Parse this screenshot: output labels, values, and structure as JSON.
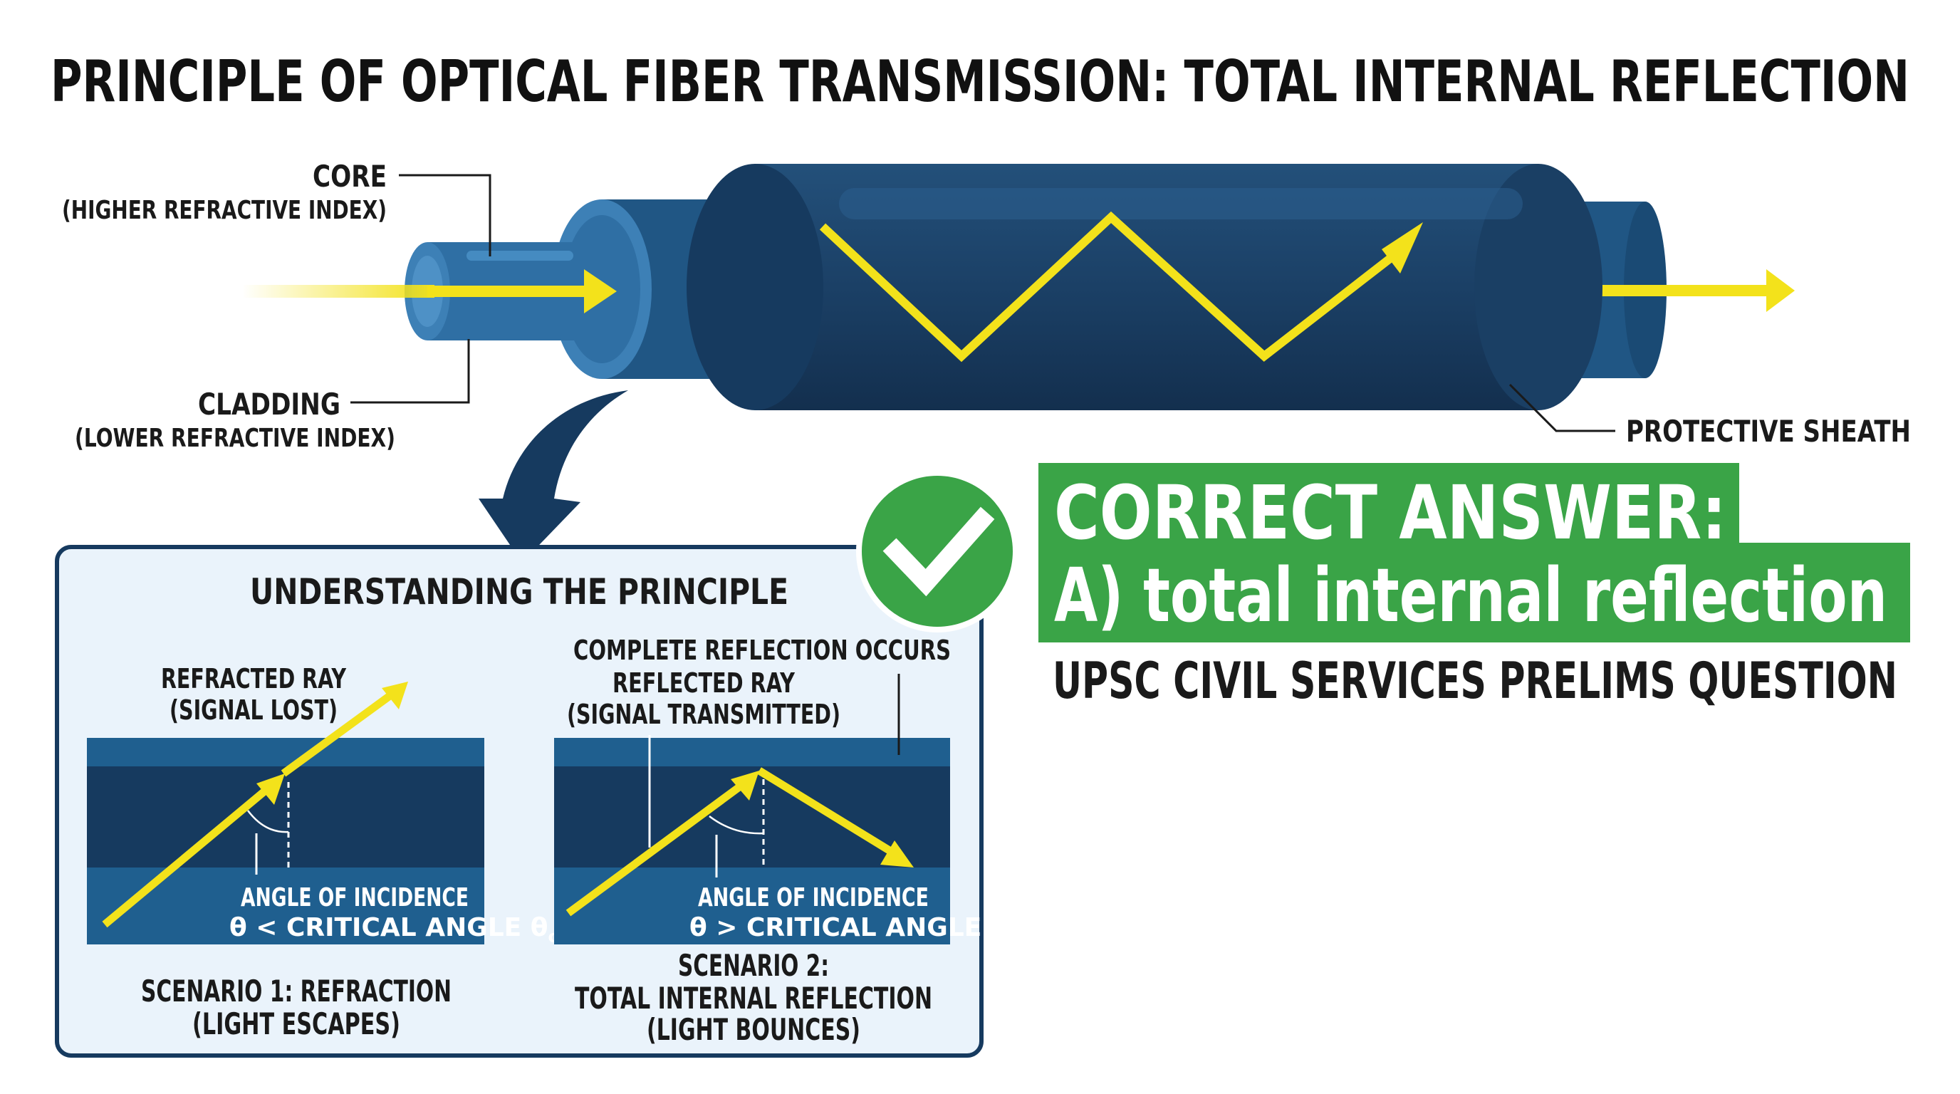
{
  "title": "PRINCIPLE OF OPTICAL FIBER TRANSMISSION: TOTAL INTERNAL REFLECTION",
  "labels": {
    "core": "CORE",
    "core_sub": "(HIGHER REFRACTIVE INDEX)",
    "cladding": "CLADDING",
    "cladding_sub": "(LOWER REFRACTIVE INDEX)",
    "sheath": "PROTECTIVE SHEATH"
  },
  "panel": {
    "heading": "UNDERSTANDING THE PRINCIPLE",
    "scenario1": {
      "ray_label": "REFRACTED RAY",
      "ray_sub": "(SIGNAL LOST)",
      "angle_label": "ANGLE OF INCIDENCE",
      "angle_cond": "θ < CRITICAL ANGLE θ",
      "angle_sub": "c",
      "caption1": "SCENARIO 1: REFRACTION",
      "caption2": "(LIGHT ESCAPES)"
    },
    "scenario2": {
      "occurs_label": "COMPLETE REFLECTION OCCURS",
      "ray_label": "REFLECTED RAY",
      "ray_sub": "(SIGNAL TRANSMITTED)",
      "angle_label": "ANGLE OF INCIDENCE",
      "angle_cond": "θ > CRITICAL ANGLE θ",
      "angle_sub": "c",
      "caption1": "SCENARIO 2:",
      "caption2": "TOTAL INTERNAL REFLECTION",
      "caption3": "(LIGHT BOUNCES)"
    }
  },
  "answer": {
    "line1": "CORRECT ANSWER:",
    "line2": "A) total internal reflection",
    "source": "UPSC CIVIL SERVICES PRELIMS QUESTION"
  },
  "colors": {
    "navy": "#163a5f",
    "fiber_dark": "#1d4268",
    "fiber_mid": "#205684",
    "fiber_light": "#3b7fb4",
    "ray": "#f3e21b",
    "green": "#3aa447",
    "panel_bg": "#eaf3fb"
  },
  "icons": {
    "check": "check-icon",
    "arrow": "curved-arrow-icon"
  }
}
